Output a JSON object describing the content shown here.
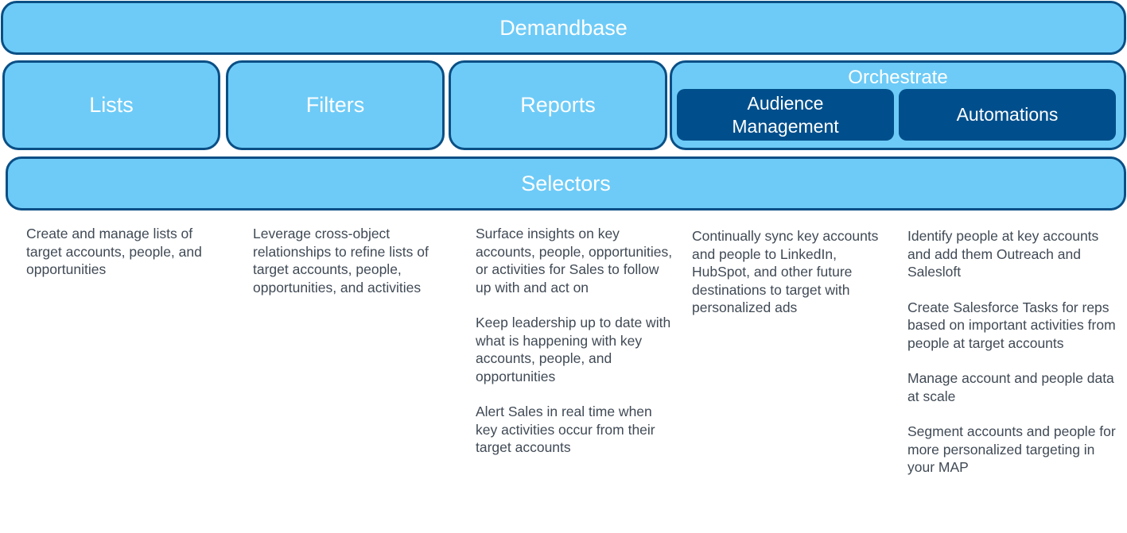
{
  "top_bar": {
    "label": "Demandbase"
  },
  "modules": [
    {
      "label": "Lists"
    },
    {
      "label": "Filters"
    },
    {
      "label": "Reports"
    }
  ],
  "orchestrate": {
    "label": "Orchestrate",
    "items": [
      {
        "label": "Audience Management"
      },
      {
        "label": "Automations"
      }
    ]
  },
  "bottom_bar": {
    "label": "Selectors"
  },
  "descriptions": {
    "lists": [
      "Create and manage lists of target accounts, people, and opportunities"
    ],
    "filters": [
      "Leverage cross-object relationships to refine lists of target accounts, people, opportunities, and activities"
    ],
    "reports": [
      "Surface insights on key accounts, people, opportunities, or activities for Sales to follow up with and act on",
      "Keep leadership up to date with what is happening with key accounts, people, and opportunities",
      "Alert Sales in real time when key activities occur from their target accounts"
    ],
    "audience_management": [
      "Continually sync key accounts and people to LinkedIn, HubSpot, and other future destinations to target with personalized ads"
    ],
    "automations": [
      "Identify people at key accounts and add them Outreach and Salesloft",
      "Create Salesforce Tasks for reps based on important activities from people at target accounts",
      "Manage account and people data at scale",
      "Segment accounts and people for more personalized targeting in your MAP"
    ]
  },
  "colors": {
    "box_fill": "#6ecbf7",
    "box_border": "#0a4f85",
    "inner_fill": "#004f8c",
    "text": "#404a55"
  }
}
